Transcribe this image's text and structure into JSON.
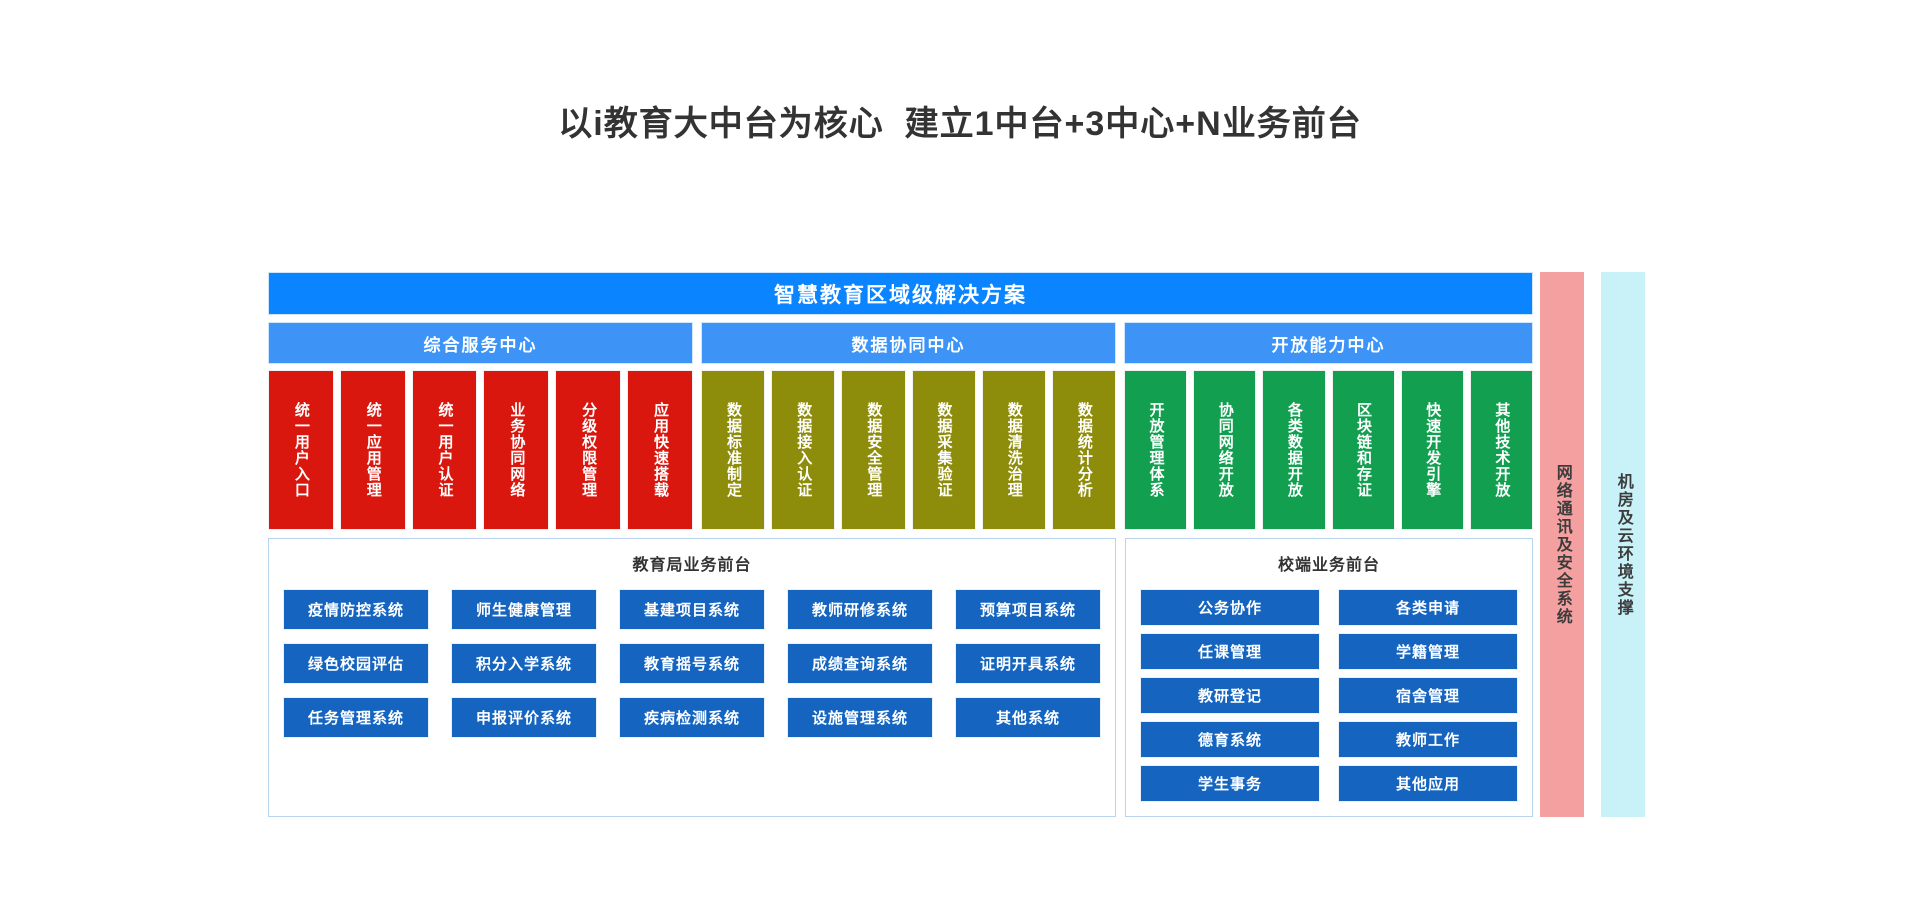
{
  "title": "以i教育大中台为核心  建立1中台+3中心+N业务前台",
  "banner": {
    "label": "智慧教育区域级解决方案",
    "color": "#0a84ff"
  },
  "centers": [
    {
      "id": "comprehensive-service-center",
      "header": "综合服务中心",
      "color": "#3d94f6",
      "block_color": "#d9170f",
      "capabilities": [
        "统一用户入口",
        "统一应用管理",
        "统一用户认证",
        "业务协同网络",
        "分级权限管理",
        "应用快速搭载"
      ]
    },
    {
      "id": "data-collaboration-center",
      "header": "数据协同中心",
      "color": "#3d94f6",
      "block_color": "#8e8c0b",
      "capabilities": [
        "数据标准制定",
        "数据接入认证",
        "数据安全管理",
        "数据采集验证",
        "数据清洗治理",
        "数据统计分析"
      ]
    },
    {
      "id": "open-capability-center",
      "header": "开放能力中心",
      "color": "#3d94f6",
      "block_color": "#12a050",
      "capabilities": [
        "开放管理体系",
        "协同网络开放",
        "各类数据开放",
        "区块链和存证",
        "快速开发引擎",
        "其他技术开放"
      ]
    }
  ],
  "fronts": [
    {
      "id": "bureau-front",
      "title": "教育局业务前台",
      "apps": [
        "疫情防控系统",
        "师生健康管理",
        "基建项目系统",
        "教师研修系统",
        "预算项目系统",
        "绿色校园评估",
        "积分入学系统",
        "教育摇号系统",
        "成绩查询系统",
        "证明开具系统",
        "任务管理系统",
        "申报评价系统",
        "疾病检测系统",
        "设施管理系统",
        "其他系统"
      ]
    },
    {
      "id": "school-front",
      "title": "校端业务前台",
      "apps": [
        "公务协作",
        "各类申请",
        "任课管理",
        "学籍管理",
        "教研登记",
        "宿舍管理",
        "德育系统",
        "教师工作",
        "学生事务",
        "其他应用"
      ]
    }
  ],
  "side_bars": [
    {
      "id": "network-security",
      "label": "网络通讯及安全系统",
      "color": "#f4a0a0"
    },
    {
      "id": "cloud-environment",
      "label": "机房及云环境支撑",
      "color": "#c8f2f8"
    }
  ]
}
